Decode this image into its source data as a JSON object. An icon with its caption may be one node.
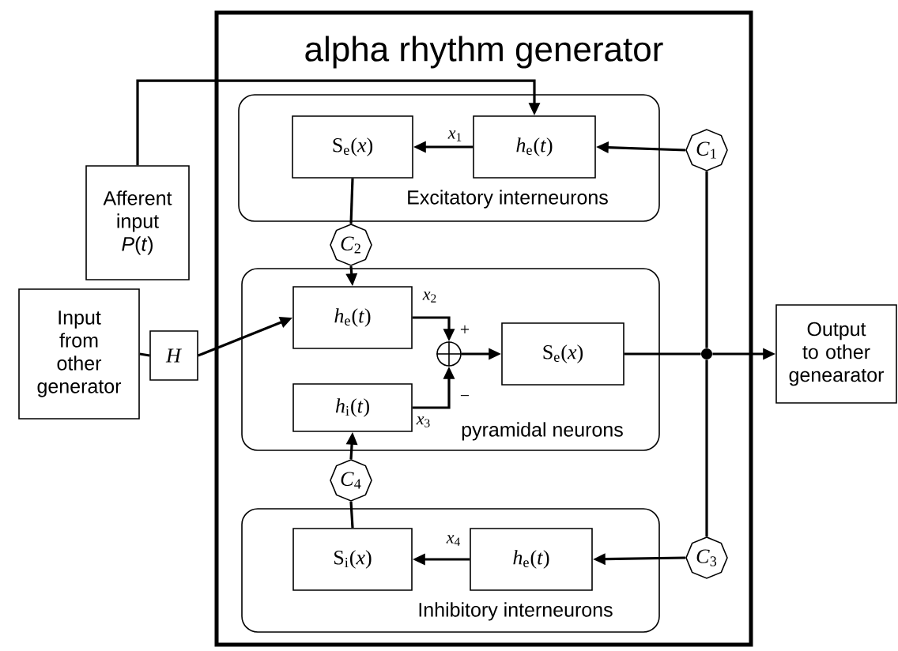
{
  "diagram": {
    "nodes": [
      {
        "text": [
          "alpha rhythm generator"
        ]
      },
      {
        "text": [
          "Excitatory interneurons"
        ],
        "in": 0
      },
      {
        "text": [
          "S$_{e}$(*x*)"
        ],
        "in": 1
      },
      {
        "text": [
          "*h*$_{e}$(*t*)"
        ],
        "in": 1
      },
      {
        "text": [
          "*C*$_{1}$"
        ],
        "in": 0
      },
      {
        "text": [
          "*C*$_{2}$"
        ],
        "in": 0
      },
      {
        "text": [
          "pyramidal neurons"
        ],
        "in": 0
      },
      {
        "text": [
          "*h*$_{e}$(*t*)"
        ],
        "in": 6
      },
      {
        "text": [
          "*h*$_{i}$(*t*)"
        ],
        "in": 6
      },
      {
        "text": [],
        "shape": "circle",
        "in": 6
      },
      {
        "text": [
          "S$_{e}$(*x*)"
        ],
        "in": 6
      },
      {
        "text": [],
        "shape": "circle",
        "in": 0
      },
      {
        "text": [
          "*C*$_{4}$"
        ],
        "in": 0
      },
      {
        "text": [
          "Inhibitory interneurons"
        ],
        "in": 0
      },
      {
        "text": [
          "S$_{i}$(*x*)"
        ],
        "in": 13
      },
      {
        "text": [
          "*h*$_{e}$(*t*)"
        ],
        "in": 13
      },
      {
        "text": [
          "*C*$_{3}$"
        ],
        "in": 0
      },
      {
        "text": [
          "Afferent input *P*(*t*)"
        ]
      },
      {
        "text": [
          "Input from other generator"
        ]
      },
      {
        "text": [
          "*H*"
        ]
      },
      {
        "text": [
          "Output to other genearator"
        ]
      }
    ],
    "edges": [
      {
        "from": 3,
        "to": 2,
        "arrow": "to"
      },
      {
        "from": 4,
        "to": 3,
        "arrow": "to"
      },
      {
        "from": 2,
        "to": 5,
        "arrow": "none"
      },
      {
        "from": 5,
        "to": 7,
        "arrow": "to"
      },
      {
        "from": 7,
        "to": 9,
        "arrow": "to"
      },
      {
        "from": 8,
        "to": 9,
        "arrow": "to"
      },
      {
        "from": 9,
        "to": 10,
        "arrow": "to"
      },
      {
        "from": 10,
        "to": 11,
        "arrow": "none"
      },
      {
        "from": 11,
        "to": 20,
        "arrow": "to"
      },
      {
        "from": 11,
        "to": 4,
        "arrow": "none"
      },
      {
        "from": 11,
        "to": 16,
        "arrow": "none"
      },
      {
        "from": 16,
        "to": 15,
        "arrow": "to"
      },
      {
        "from": 15,
        "to": 14,
        "arrow": "to"
      },
      {
        "from": 14,
        "to": 12,
        "arrow": "none"
      },
      {
        "from": 12,
        "to": 8,
        "arrow": "to"
      },
      {
        "from": 17,
        "to": 3,
        "arrow": "to"
      },
      {
        "from": 18,
        "to": 19,
        "arrow": "none"
      },
      {
        "from": 19,
        "to": 7,
        "arrow": "to"
      }
    ],
    "labels": [
      "*x*$_{1}$",
      "*x*$_{2}$",
      "+",
      "−",
      "*x*$_{3}$",
      "*x*$_{4}$"
    ]
  }
}
